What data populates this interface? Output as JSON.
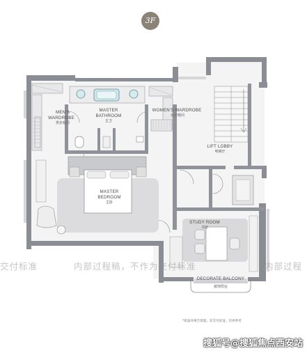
{
  "floor_badge": "3F",
  "rooms": {
    "mens_wardrobe": {
      "en_line1": "MEN'S",
      "en_line2": "WARDROBE",
      "cn": "男衣帽间"
    },
    "master_bathroom": {
      "en_line1": "MASTER",
      "en_line2": "BATHROOM",
      "cn": "主卫"
    },
    "womens_wardrobe": {
      "en": "WOMEN'S WARDROBE",
      "cn": "女衣帽间"
    },
    "master_bedroom": {
      "en_line1": "MASTER",
      "en_line2": "BEDROOM",
      "cn": "主卧"
    },
    "lift_lobby": {
      "en": "LIFT LOBBY",
      "cn": "电梯厅"
    },
    "study_room": {
      "en": "STUDY ROOM",
      "cn": "书房"
    },
    "decorate_balcony": {
      "en": "DECORATE BALCONY",
      "cn": "装饰阳台"
    }
  },
  "watermark": {
    "left": "交付标准",
    "center": "内部过程稿，不作为交付标准",
    "right": "内部过程"
  },
  "disclaimer": "*家居效果示意图，非交付标准，仅供参考",
  "footer": "搜狐号@搜狐焦点西安站",
  "colors": {
    "wall": "#8a8d93",
    "wall_light": "#c9cacd",
    "floor": "#f3f3f3",
    "rug": "#d9d9db",
    "badge": "#8b8378"
  }
}
